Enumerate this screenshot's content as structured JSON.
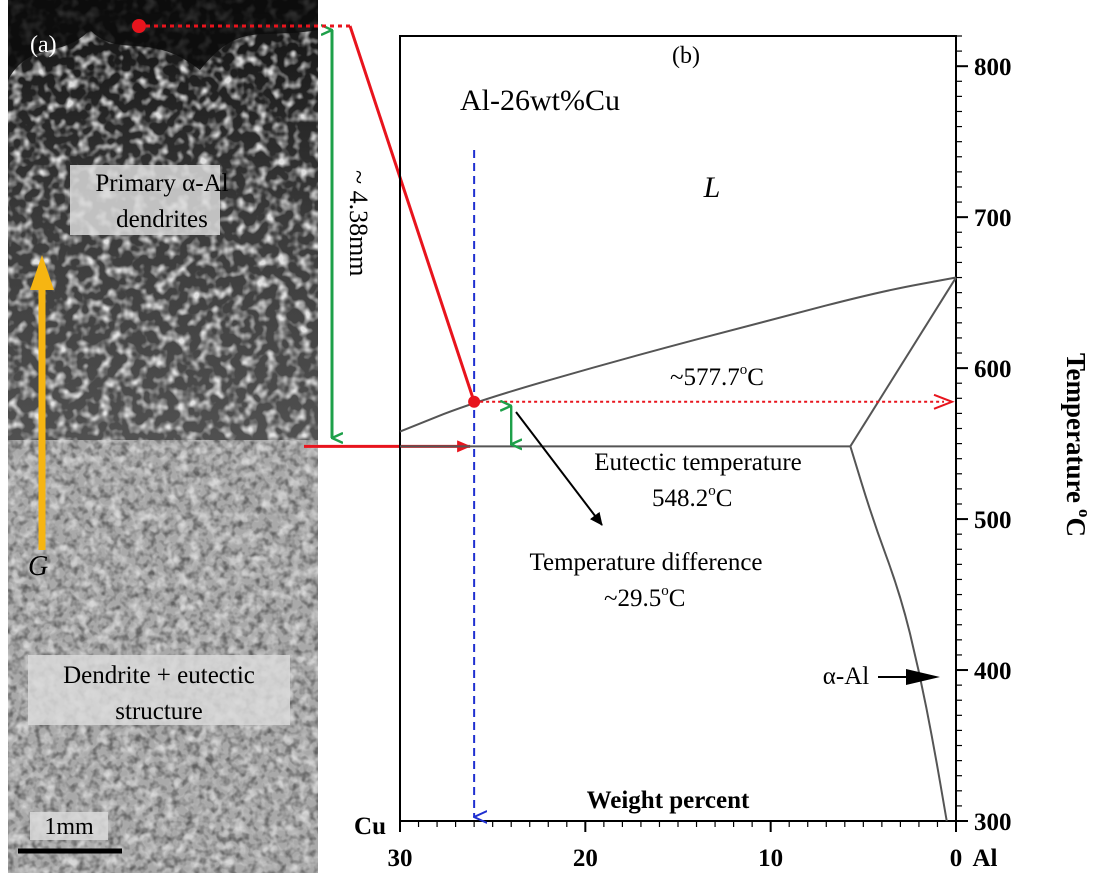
{
  "panel_a": {
    "label": "(a)",
    "upper_region_label_line1": "Primary α-Al",
    "upper_region_label_line2": "dendrites",
    "lower_region_label_line1": "Dendrite + eutectic",
    "lower_region_label_line2": "structure",
    "gradient_label": "G",
    "scale_bar_label": "1mm",
    "height_annotation": "~ 4.38mm"
  },
  "panel_b": {
    "label": "(b)",
    "alloy_label": "Al-26wt%Cu",
    "liquid_label": "L",
    "liquidus_point_label": "~577.7",
    "liquidus_point_sup": "o",
    "liquidus_point_unit": "C",
    "eutectic_line1": "Eutectic temperature",
    "eutectic_value": "548.2",
    "eutectic_sup": "o",
    "eutectic_unit": "C",
    "difference_line1": "Temperature difference",
    "difference_value": "~29.5",
    "difference_sup": "o",
    "difference_unit": "C",
    "alpha_label": "α-Al",
    "x_title": "Weight percent",
    "x_left_element": "Cu",
    "x_right_element": "Al",
    "y_title": "Temperature",
    "y_title_sup": "o",
    "y_title_unit": "C"
  },
  "chart_data": {
    "type": "line",
    "x_axis": {
      "range": [
        30,
        0
      ],
      "ticks": [
        "30",
        "20",
        "10",
        "0"
      ],
      "tick_values": [
        30,
        20,
        10,
        0
      ]
    },
    "y_axis": {
      "range": [
        300,
        820
      ],
      "ticks": [
        "300",
        "400",
        "500",
        "600",
        "700",
        "800"
      ],
      "tick_values": [
        300,
        400,
        500,
        600,
        700,
        800
      ]
    },
    "series": [
      {
        "x": [
          30,
          26,
          18,
          10,
          4,
          0
        ],
        "y": [
          558,
          577.7,
          606,
          632,
          651,
          660
        ]
      },
      {
        "x": [
          5.7,
          0
        ],
        "y": [
          548.2,
          660
        ]
      },
      {
        "x": [
          30,
          5.7
        ],
        "y": [
          548.2,
          548.2
        ]
      },
      {
        "x": [
          5.7,
          4.5,
          3,
          2,
          1.2,
          0.5
        ],
        "y": [
          548.2,
          500,
          450,
          400,
          350,
          300
        ]
      }
    ],
    "alloy_composition": 26,
    "liquidus_temperature": 577.7,
    "eutectic_temperature": 548.2,
    "temperature_difference": 29.5
  },
  "colors": {
    "connector": "#e8141d",
    "height_arrow": "#1ea04a",
    "composition_line": "#1f2fd0",
    "gradient_arrow": "#f6b512",
    "phase_lines": "#555555",
    "text": "#000000"
  }
}
